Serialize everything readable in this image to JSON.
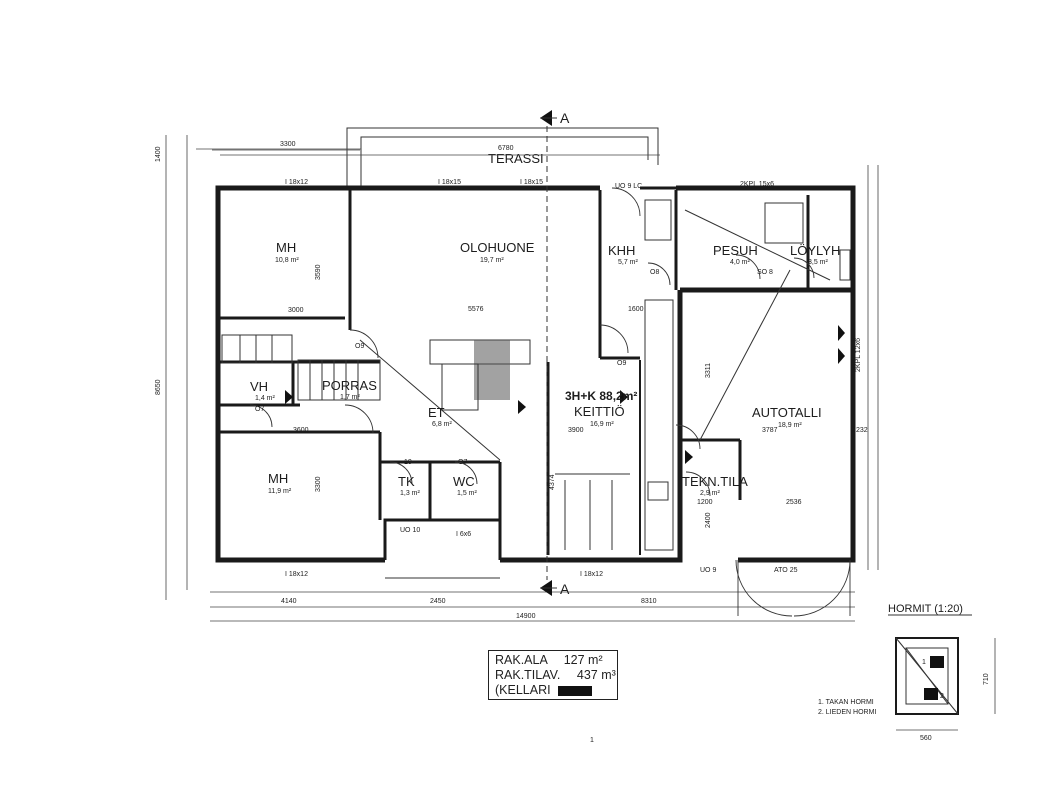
{
  "rooms": {
    "terassi": "TERASSI",
    "mh1": "MH",
    "mh1_area": "10,8 m²",
    "olohuone": "OLOHUONE",
    "olohuone_area": "19,7 m²",
    "khh": "KHH",
    "khh_area": "5,7 m²",
    "pesuh": "PESUH",
    "pesuh_area": "4,0 m²",
    "loylyh": "LÖYLYH",
    "loylyh_area": "3,5 m²",
    "vh": "VH",
    "vh_area": "1,4 m²",
    "porras": "PORRAS",
    "porras_area": "1,7 m²",
    "et": "ET",
    "et_area": "6,8 m²",
    "keittio": "KEITTIÖ",
    "keittio_area": "16,9 m²",
    "autotalli": "AUTOTALLI",
    "autotalli_area": "18,9 m²",
    "mh2": "MH",
    "mh2_area": "11,9 m²",
    "tk": "TK",
    "tk_area": "1,3 m²",
    "wc": "WC",
    "wc_area": "1,5 m²",
    "tekn": "TEKN.TILA",
    "tekn_area": "2,9 m²",
    "total": "3H+K 88,2m²"
  },
  "section_label": "A",
  "dimensions": {
    "d3300a": "3300",
    "d6780": "6780",
    "d1400": "1400",
    "d8650": "8650",
    "d3590": "3590",
    "d3000": "3000",
    "d5576": "5576",
    "d1600": "1600",
    "d3600": "3600",
    "d3300b": "3300",
    "d3900": "3900",
    "d4374": "4374",
    "d3311": "3311",
    "d3787": "3787",
    "d2536": "2536",
    "d1200": "1200",
    "d2400": "2400",
    "d4140": "4140",
    "d2450": "2450",
    "d8310": "8310",
    "d14900": "14900",
    "d232": "232"
  },
  "windows": {
    "w1": "I 18x12",
    "w2": "I 18x15",
    "w3": "I 18x15",
    "w4": "2KPL 15x6",
    "w5": "I 18x12",
    "w6": "I 18x12",
    "w7": "I 6x6",
    "w8": "2KPL 12x6"
  },
  "doors": {
    "ud1": "UO 9 LC",
    "ud2": "UO 9",
    "ud3": "UO 10",
    "ud4": "ATO 25",
    "d09a": "O9",
    "d09b": "O9",
    "d07a": "O7",
    "d07b": "O7",
    "d08": "O8",
    "d10": "10",
    "sd8": "SO 8"
  },
  "stats": {
    "rak_ala_label": "RAK.ALA",
    "rak_ala_value": "127 m²",
    "rak_tilav_label": "RAK.TILAV.",
    "rak_tilav_value": "437 m³",
    "kellari_label": "(KELLARI"
  },
  "hormit": {
    "title": "HORMIT (1:20)",
    "n1": "1",
    "n2": "2",
    "note1": "1. TAKAN HORMI",
    "note2": "2. LIEDEN HORMI",
    "w": "560",
    "h": "710"
  },
  "page_number": "1"
}
